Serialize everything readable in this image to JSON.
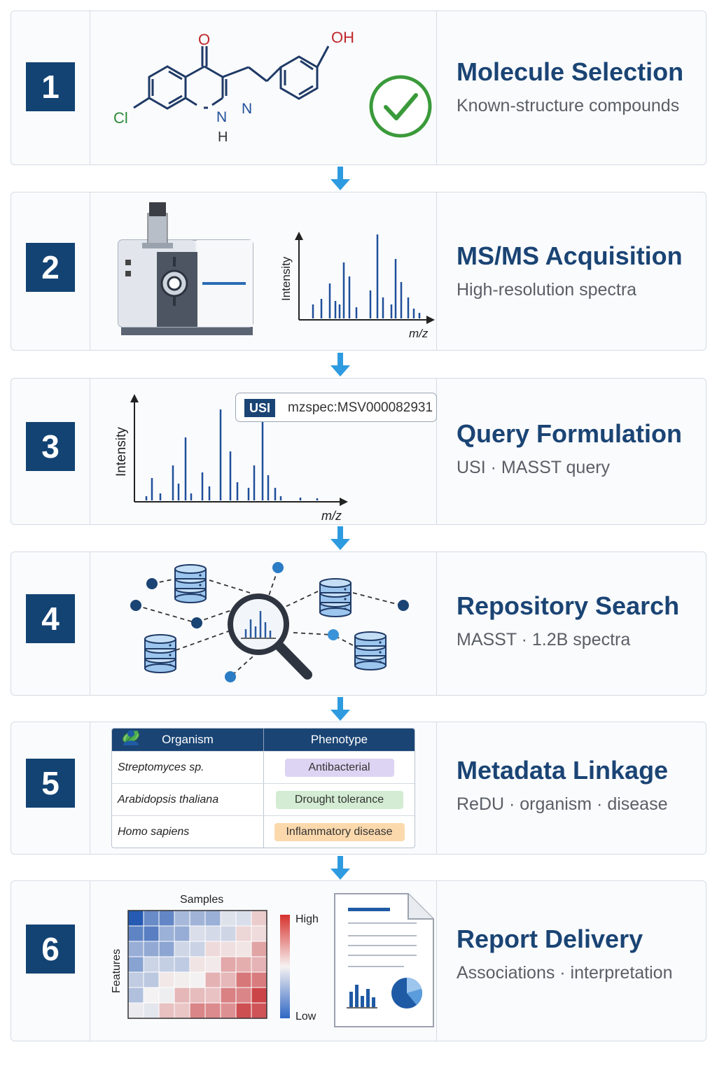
{
  "steps": [
    {
      "num": "1",
      "title": "Molecule Selection",
      "subtitle": "Known-structure compounds"
    },
    {
      "num": "2",
      "title": "MS/MS Acquisition",
      "subtitle": "High-resolution spectra"
    },
    {
      "num": "3",
      "title": "Query Formulation",
      "subtitle": "USI · MASST query"
    },
    {
      "num": "4",
      "title": "Repository Search",
      "subtitle": "MASST · 1.2B spectra"
    },
    {
      "num": "5",
      "title": "Metadata Linkage",
      "subtitle": "ReDU · organism · disease"
    },
    {
      "num": "6",
      "title": "Report Delivery",
      "subtitle": "Associations · interpretation"
    }
  ],
  "molecule": {
    "oxygen": "O",
    "hydroxyl": "OH",
    "chlorine": "Cl",
    "nitrogen": "N",
    "nh": "N",
    "h": "H"
  },
  "spectrum": {
    "ylabel": "Intensity",
    "xlabel": "m/z"
  },
  "usi": {
    "tag": "USI",
    "value": "mzspec:MSV000082931"
  },
  "metadata_table": {
    "headers": [
      "Organism",
      "Phenotype"
    ],
    "rows": [
      {
        "organism": "Streptomyces sp.",
        "phenotype": "Antibacterial",
        "icon": "bacteria-icon",
        "color": "#ddd3f2"
      },
      {
        "organism": "Arabidopsis thaliana",
        "phenotype": "Drought tolerance",
        "icon": "leaf-icon",
        "color": "#d3ecd3"
      },
      {
        "organism": "Homo sapiens",
        "phenotype": "Inflammatory disease",
        "icon": "person-icon",
        "color": "#fbd9ad"
      }
    ]
  },
  "heatmap": {
    "title": "Samples",
    "ylabel": "Features",
    "high": "High",
    "low": "Low"
  },
  "colors": {
    "navy": "#124373",
    "arrow": "#2e9be0",
    "check": "#3a9a3a"
  }
}
